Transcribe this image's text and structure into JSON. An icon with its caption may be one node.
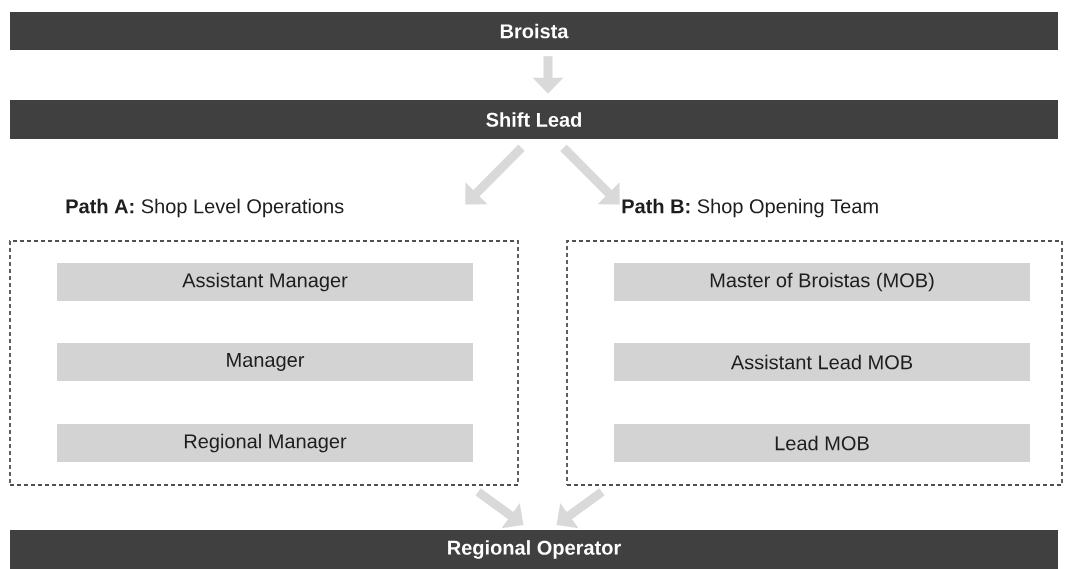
{
  "diagram": {
    "nodes": [
      {
        "text": [
          "Broista"
        ]
      },
      {
        "text": [
          "Shift Lead"
        ]
      },
      {
        "text": [
          "**Path A:** Shop Level Operations"
        ]
      },
      {
        "text": [
          "Assistant Manager"
        ],
        "in": 2
      },
      {
        "text": [
          "Manager"
        ],
        "in": 2
      },
      {
        "text": [
          "Regional Manager"
        ],
        "in": 2
      },
      {
        "text": [
          "**Path B:** Shop Opening Team"
        ]
      },
      {
        "text": [
          "Master of Broistas (MOB)"
        ],
        "in": 6
      },
      {
        "text": [
          "Assistant Lead MOB"
        ],
        "in": 6
      },
      {
        "text": [
          "Lead MOB"
        ],
        "in": 6
      },
      {
        "text": [
          "Regional Operator"
        ]
      }
    ],
    "edges": [
      {
        "from": 0,
        "to": 1,
        "arrow": "to"
      },
      {
        "from": 1,
        "to": 2,
        "arrow": "to"
      },
      {
        "from": 1,
        "to": 6,
        "arrow": "to"
      },
      {
        "from": 2,
        "to": 10,
        "arrow": "to"
      },
      {
        "from": 6,
        "to": 10,
        "arrow": "to"
      }
    ]
  }
}
